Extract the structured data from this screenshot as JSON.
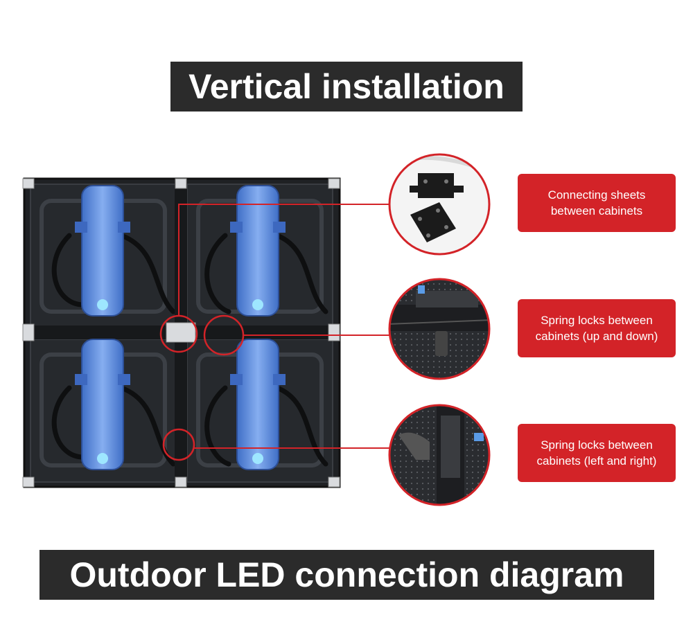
{
  "header": {
    "title": "Vertical installation"
  },
  "footer": {
    "title": "Outdoor LED connection diagram"
  },
  "callouts": [
    {
      "line1": "Connecting sheets",
      "line2": "between cabinets"
    },
    {
      "line1": "Spring locks between",
      "line2": "cabinets (up and down)"
    },
    {
      "line1": "Spring locks between",
      "line2": "cabinets (left and right)"
    }
  ],
  "colors": {
    "banner_bg": "#2b2b2b",
    "callout_red": "#d32328",
    "connector_line": "#d32328",
    "module_blue": "#4f7fd6",
    "cabinet_dark": "#1f2124"
  }
}
